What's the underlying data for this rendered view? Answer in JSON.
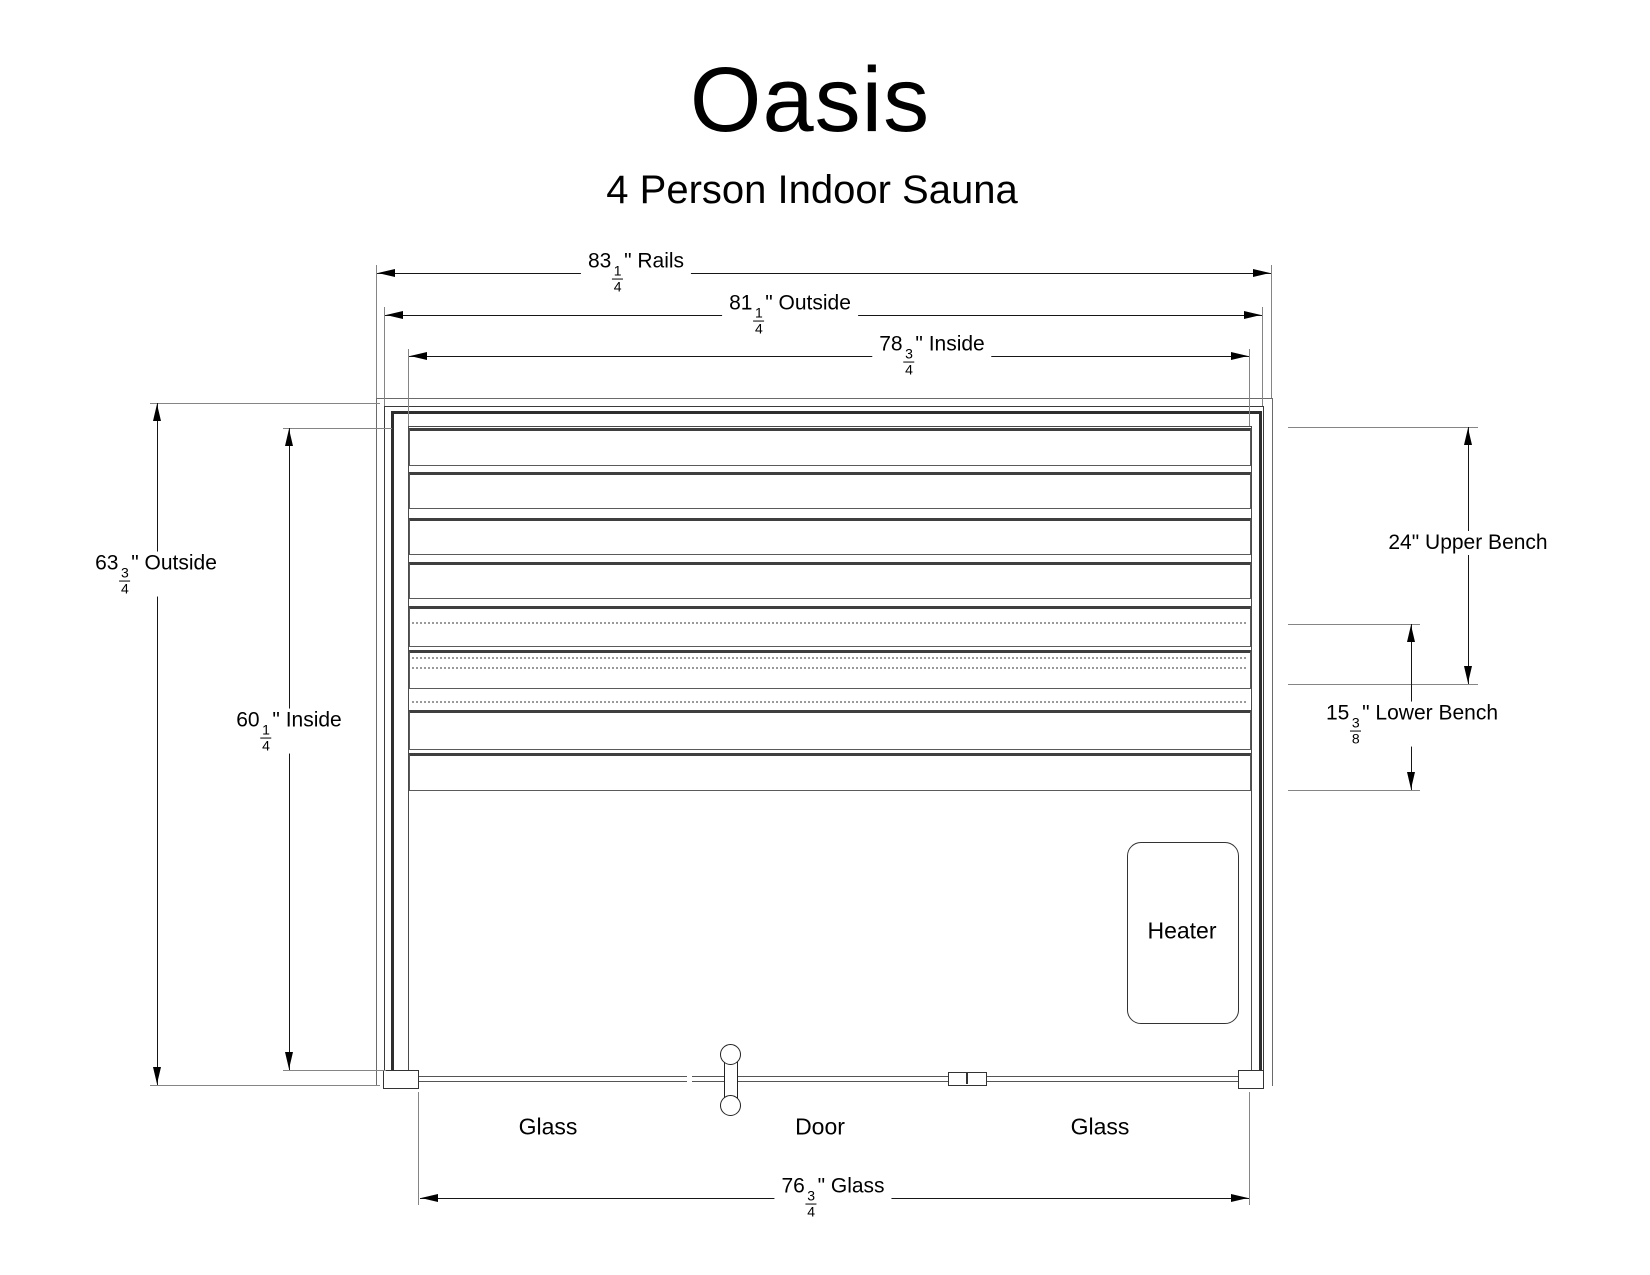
{
  "title": "Oasis",
  "subtitle": "4 Person Indoor Sauna",
  "dims": {
    "rails": {
      "pre": "83",
      "num": "1",
      "den": "4",
      "post": "\" Rails"
    },
    "outside_width": {
      "pre": "81",
      "num": "1",
      "den": "4",
      "post": "\" Outside"
    },
    "inside_width": {
      "pre": "78",
      "num": "3",
      "den": "4",
      "post": "\" Inside"
    },
    "outside_depth": {
      "pre": "63",
      "num": "3",
      "den": "4",
      "post": "\" Outside"
    },
    "inside_depth": {
      "pre": "60",
      "num": "1",
      "den": "4",
      "post": "\" Inside"
    },
    "upper_bench": {
      "text": "24\" Upper Bench"
    },
    "lower_bench": {
      "pre": "15",
      "num": "3",
      "den": "8",
      "post": "\" Lower Bench"
    },
    "glass_width": {
      "pre": "76",
      "num": "3",
      "den": "4",
      "post": "\" Glass"
    }
  },
  "plan_labels": {
    "glass_left": "Glass",
    "door": "Door",
    "glass_right": "Glass",
    "heater": "Heater"
  },
  "colors": {
    "background": "#ffffff",
    "line": "#000000",
    "wall": "#333333",
    "extension": "#808080",
    "hidden_dotted": "#999999"
  }
}
